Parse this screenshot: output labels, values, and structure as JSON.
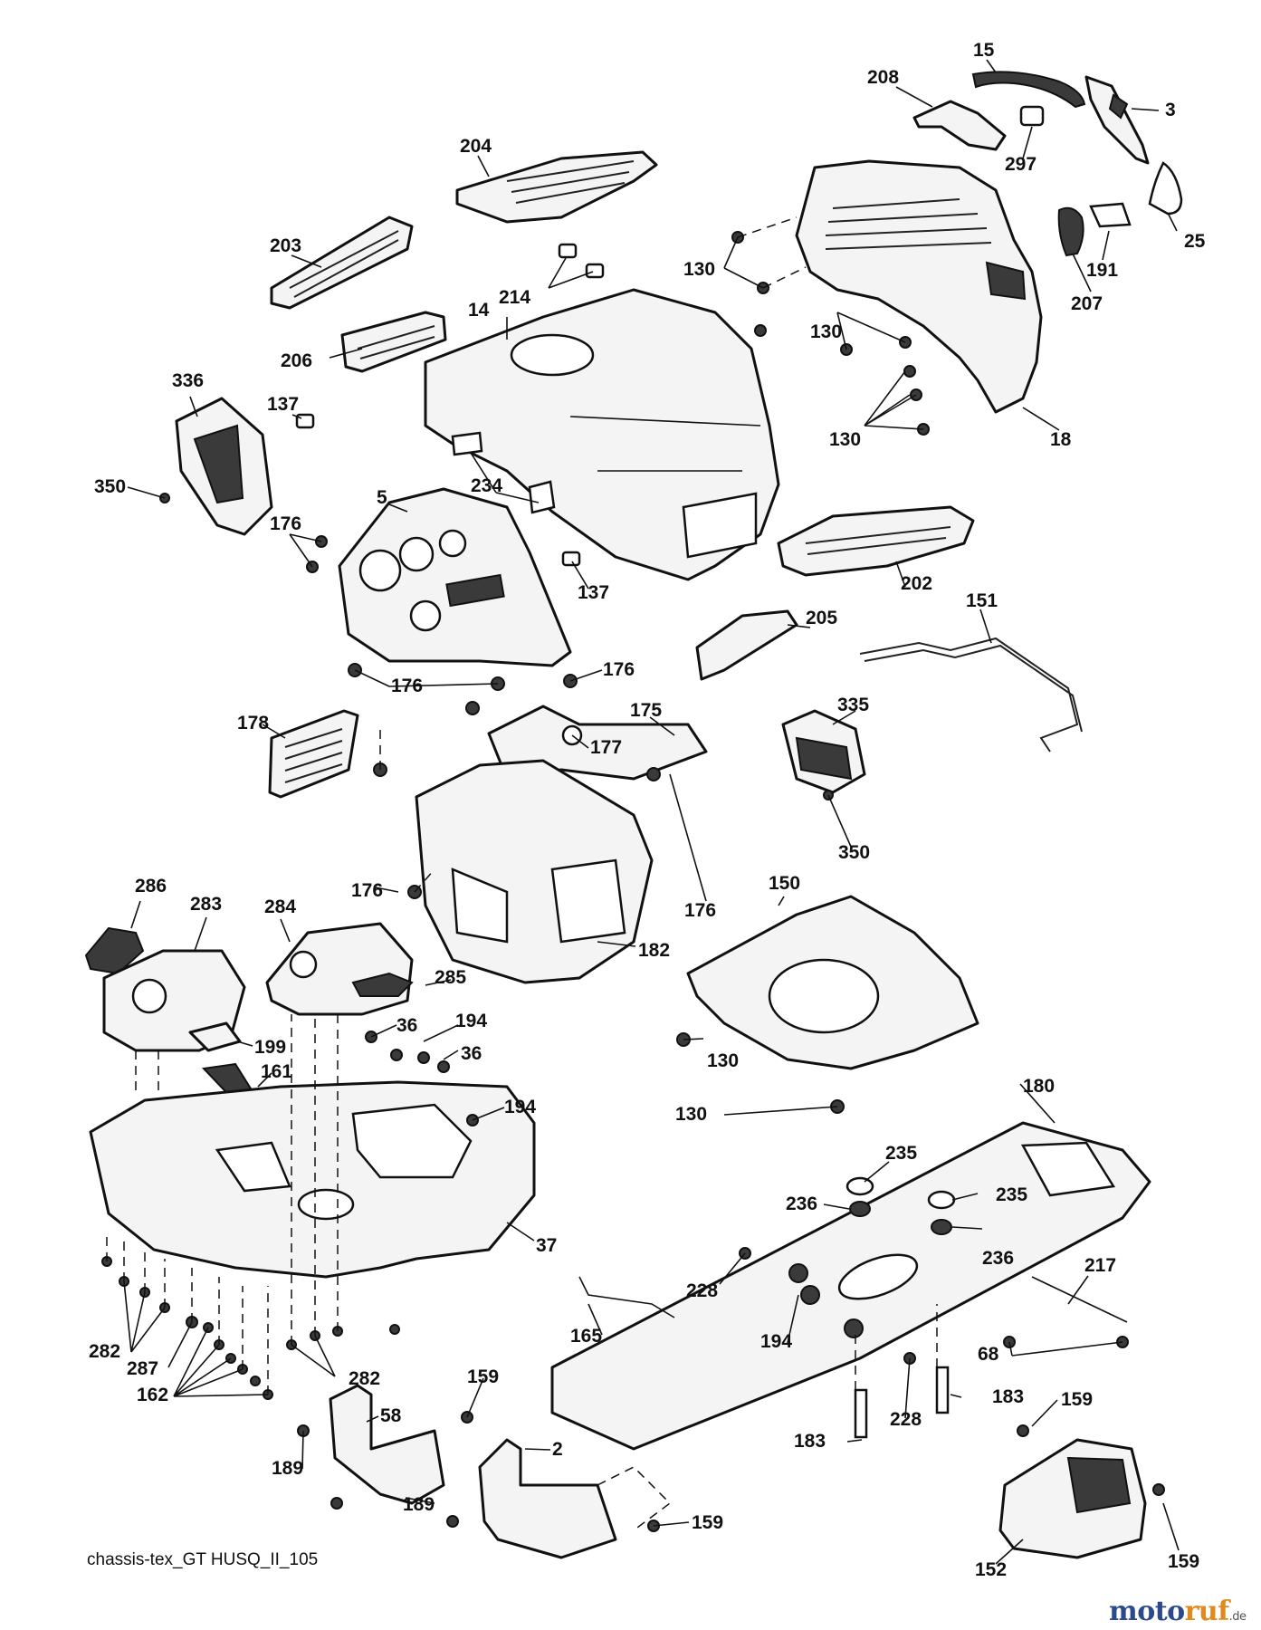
{
  "caption": "chassis-tex_GT HUSQ_II_105",
  "brand": {
    "part1": "moto",
    "part2": "ruf",
    "part3": "",
    "tld": ".de"
  },
  "callouts": [
    "15",
    "208",
    "3",
    "204",
    "297",
    "25",
    "203",
    "214",
    "130",
    "191",
    "14",
    "207",
    "206",
    "130",
    "18",
    "130",
    "336",
    "137",
    "350",
    "5",
    "234",
    "176",
    "137",
    "202",
    "205",
    "151",
    "176",
    "176",
    "175",
    "178",
    "177",
    "335",
    "350",
    "176",
    "176",
    "150",
    "182",
    "286",
    "283",
    "284",
    "285",
    "36",
    "194",
    "199",
    "36",
    "161",
    "194",
    "130",
    "180",
    "130",
    "235",
    "236",
    "235",
    "236",
    "37",
    "228",
    "217",
    "165",
    "282",
    "194",
    "287",
    "68",
    "162",
    "282",
    "159",
    "58",
    "228",
    "183",
    "183",
    "159",
    "189",
    "2",
    "189",
    "159",
    "159",
    "152"
  ]
}
